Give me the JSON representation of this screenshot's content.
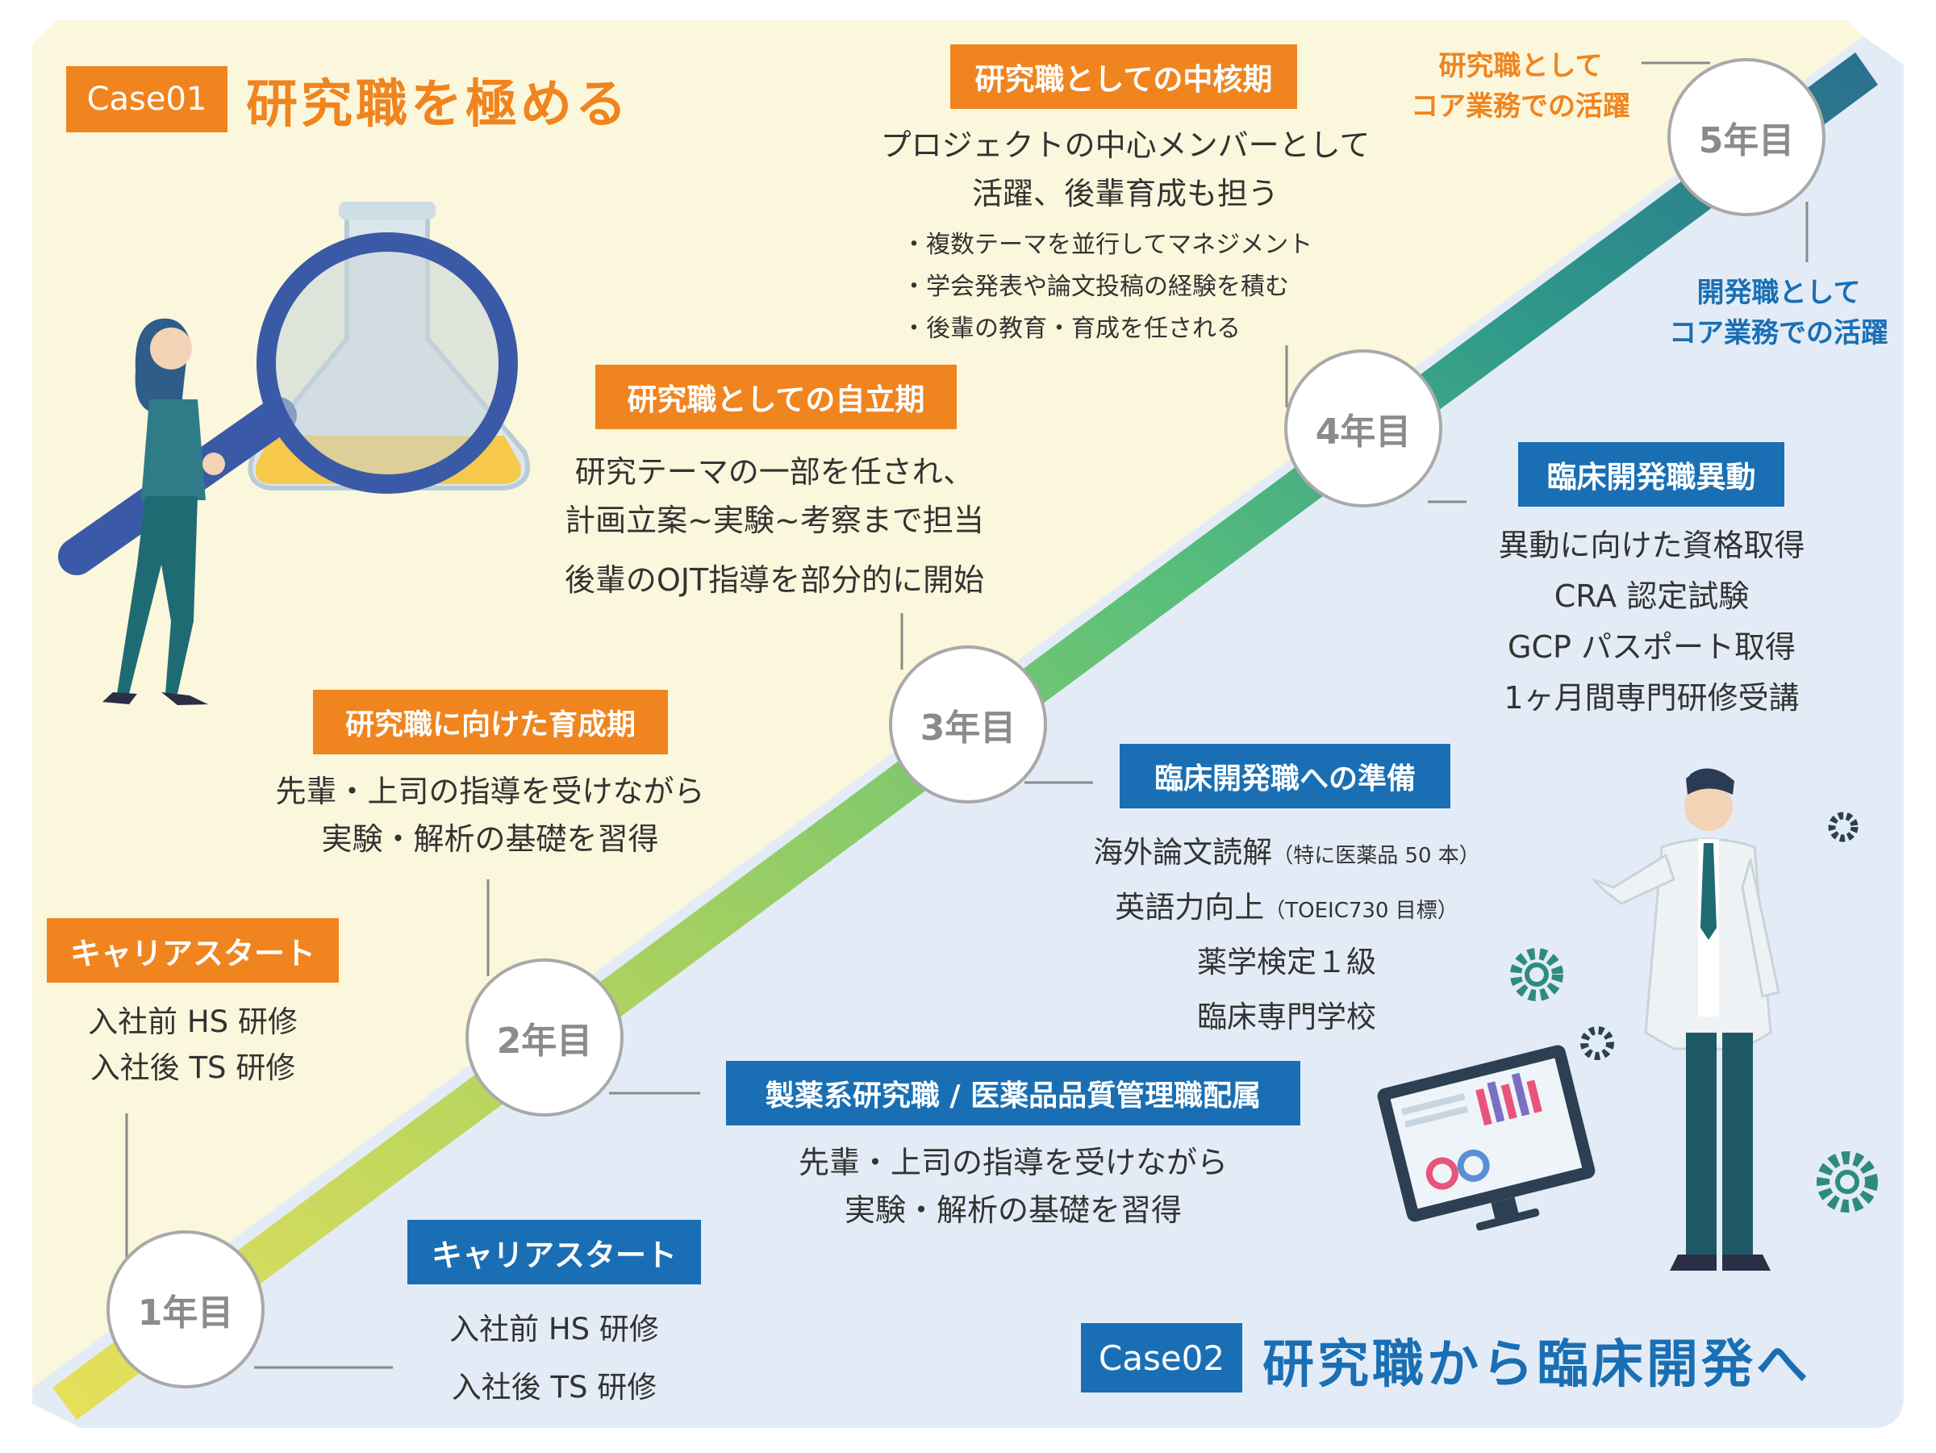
{
  "case01": {
    "badge": "Case01",
    "title": "研究職を極める",
    "stages": {
      "year1": {
        "heading": "キャリアスタート",
        "lines": [
          "入社前 HS 研修",
          "入社後 TS 研修"
        ]
      },
      "year2": {
        "heading": "研究職に向けた育成期",
        "lines": [
          "先輩・上司の指導を受けながら",
          "実験・解析の基礎を習得"
        ]
      },
      "year3": {
        "heading": "研究職としての自立期",
        "lines": [
          "研究テーマの一部を任され、",
          "計画立案~実験~考察まで担当",
          "後輩のOJT指導を部分的に開始"
        ]
      },
      "year4": {
        "heading": "研究職としての中核期",
        "lines": [
          "プロジェクトの中心メンバーとして",
          "活躍、後輩育成も担う"
        ],
        "bullets": [
          "・複数テーマを並行してマネジメント",
          "・学会発表や論文投稿の経験を積む",
          "・後輩の教育・育成を任される"
        ]
      },
      "year5": {
        "lines": [
          "研究職として",
          "コア業務での活躍"
        ]
      }
    }
  },
  "case02": {
    "badge": "Case02",
    "title": "研究職から臨床開発へ",
    "stages": {
      "year1": {
        "heading": "キャリアスタート",
        "lines": [
          "入社前 HS 研修",
          "入社後 TS 研修"
        ]
      },
      "year2": {
        "heading": "製薬系研究職 / 医薬品品質管理職配属",
        "lines": [
          "先輩・上司の指導を受けながら",
          "実験・解析の基礎を習得"
        ]
      },
      "year3": {
        "heading": "臨床開発職への準備",
        "lines": [
          {
            "main": "海外論文読解",
            "note": "（特に医薬品 50 本）"
          },
          {
            "main": "英語力向上",
            "note": "（TOEIC730 目標）"
          },
          {
            "main": "薬学検定１級",
            "note": ""
          },
          {
            "main": "臨床専門学校",
            "note": ""
          }
        ]
      },
      "year4": {
        "heading": "臨床開発職異動",
        "lines": [
          "異動に向けた資格取得",
          "CRA 認定試験",
          "GCP パスポート取得",
          "1ヶ月間専門研修受講"
        ]
      },
      "year5": {
        "lines": [
          "開発職として",
          "コア業務での活躍"
        ]
      }
    }
  },
  "years": [
    "1年目",
    "2年目",
    "3年目",
    "4年目",
    "5年目"
  ],
  "colors": {
    "orange": "#f0841f",
    "blue": "#1a6fb4",
    "case01_bg": "#fbf7dc",
    "case02_bg": "#e3ecf6",
    "diagonal_start": "#e8e05a",
    "diagonal_mid": "#6cc66a",
    "diagonal_end": "#2a6f8e",
    "circle_border": "#a9a9a9"
  },
  "icons": [
    "magnifying-glass-icon",
    "flask-icon",
    "researcher-woman-icon",
    "doctor-man-icon",
    "monitor-chart-icon",
    "gear-icon"
  ]
}
